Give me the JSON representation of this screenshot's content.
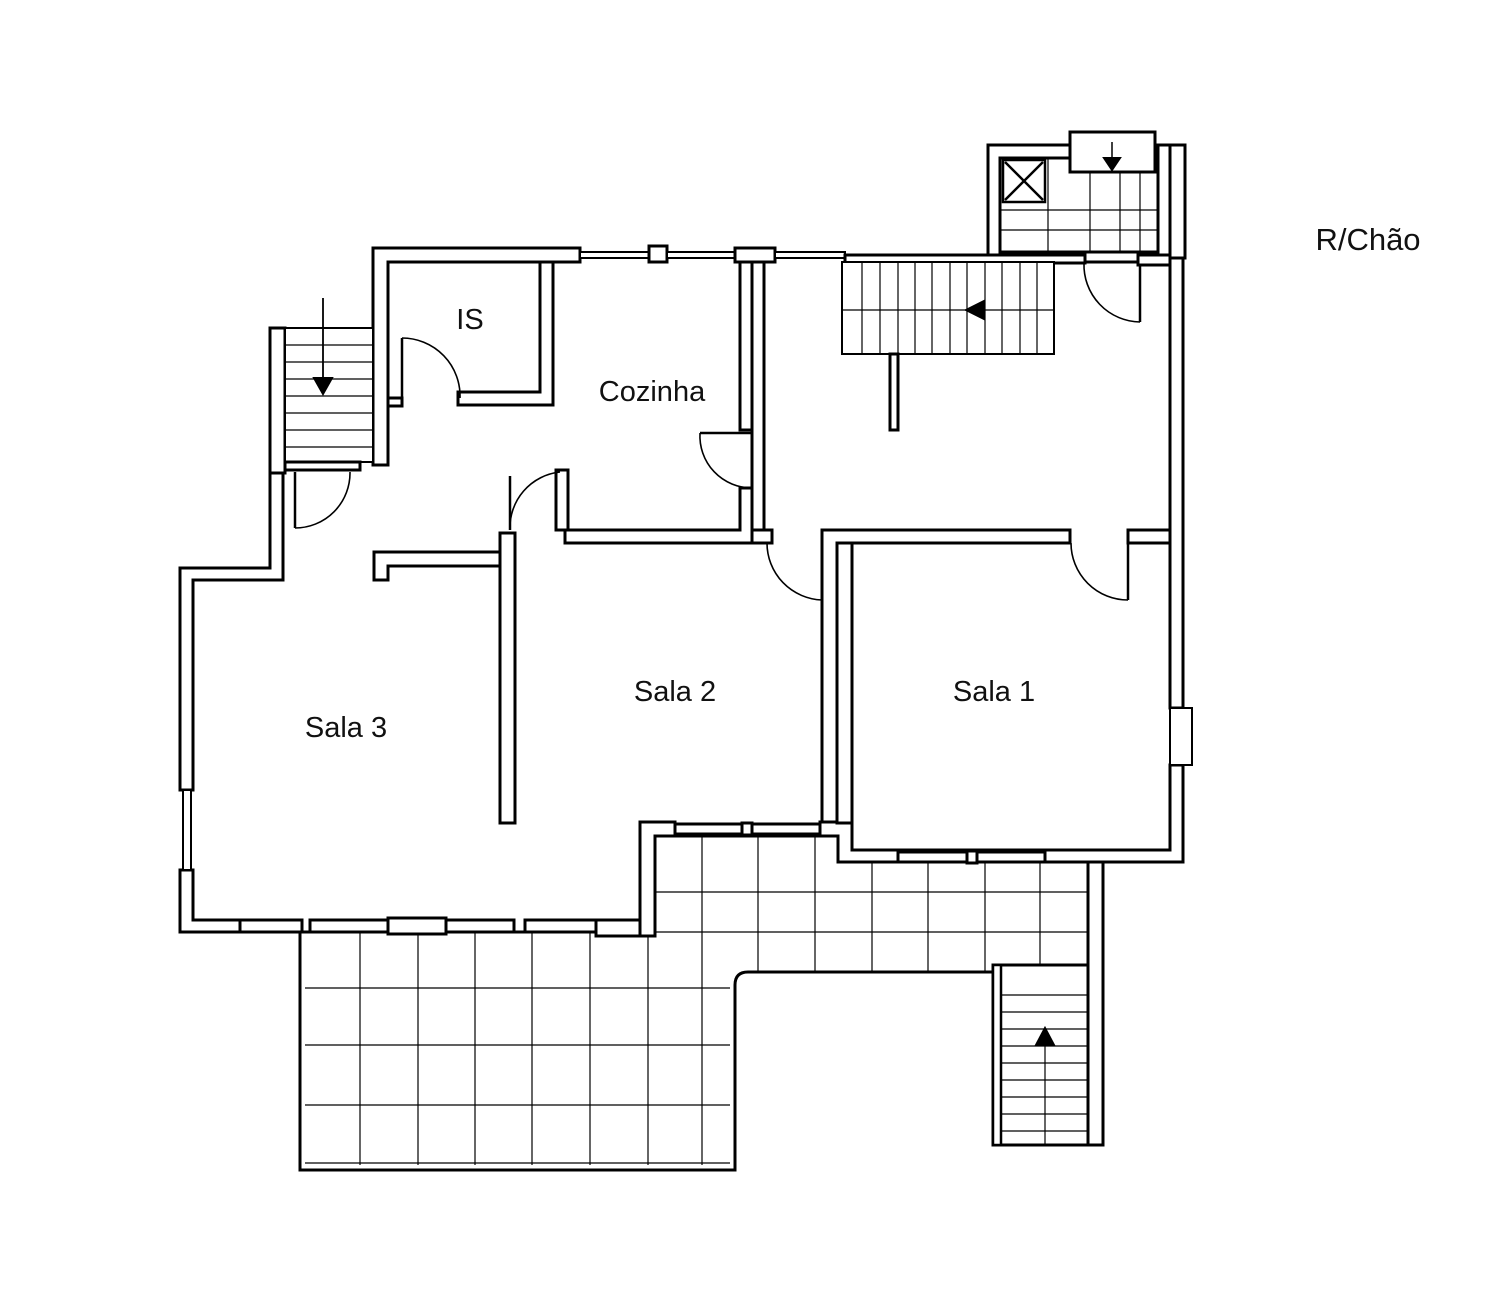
{
  "plan": {
    "floor_label": "R/Chão",
    "rooms": {
      "is": "IS",
      "cozinha": "Cozinha",
      "sala1": "Sala 1",
      "sala2": "Sala 2",
      "sala3": "Sala 3"
    }
  }
}
